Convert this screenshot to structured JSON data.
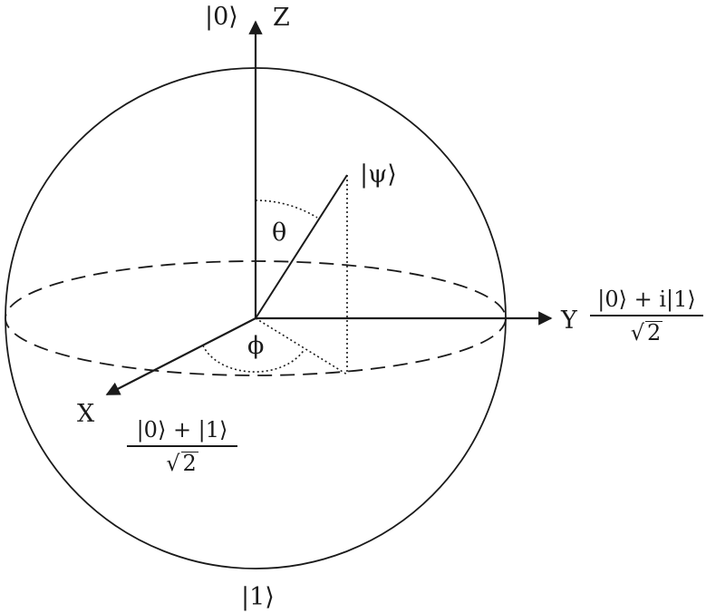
{
  "axes": {
    "z_label": "Z",
    "y_label": "Y",
    "x_label": "X"
  },
  "states": {
    "ket_zero": "|0⟩",
    "ket_one": "|1⟩",
    "ket_psi": "|ψ⟩",
    "x_state_numerator": "|0⟩ + |1⟩",
    "y_state_numerator": "|0⟩ + i|1⟩",
    "denominator_root": "√",
    "denominator_value": "2"
  },
  "angles": {
    "theta": "θ",
    "phi": "ϕ"
  },
  "colors": {
    "ink": "#1a1a1a",
    "background": "#ffffff"
  }
}
